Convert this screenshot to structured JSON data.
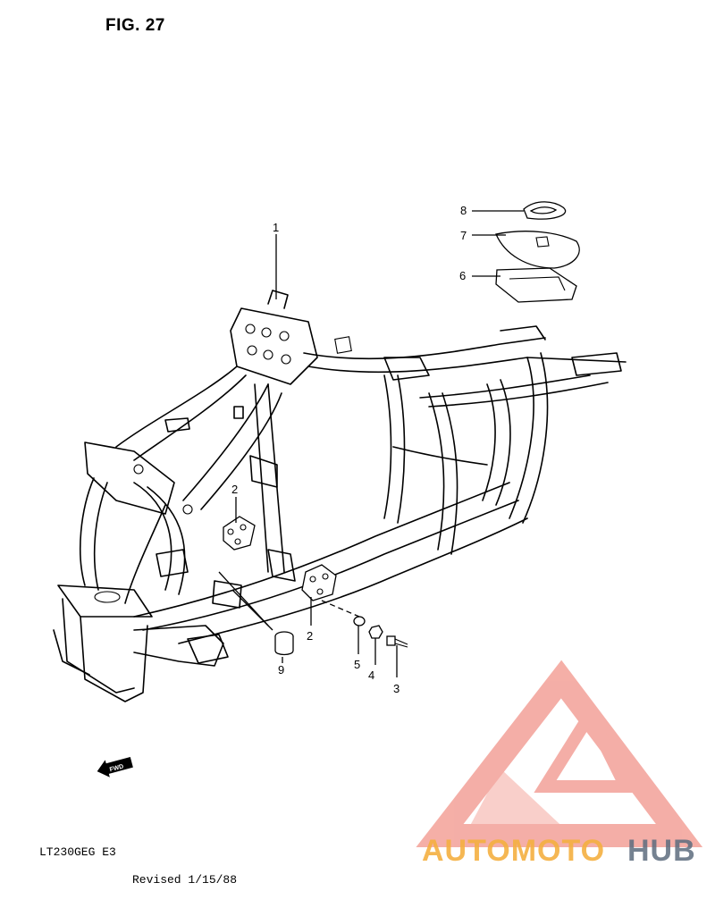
{
  "figure": {
    "title": "FIG. 27"
  },
  "footer": {
    "model": "LT230GEG E3",
    "revised": "Revised 1/15/88"
  },
  "fwd_badge": {
    "label": "FWD"
  },
  "callouts": [
    {
      "id": "c1",
      "label": "1"
    },
    {
      "id": "c2a",
      "label": "2"
    },
    {
      "id": "c2b",
      "label": "2"
    },
    {
      "id": "c3",
      "label": "3"
    },
    {
      "id": "c4",
      "label": "4"
    },
    {
      "id": "c5",
      "label": "5"
    },
    {
      "id": "c6",
      "label": "6"
    },
    {
      "id": "c7",
      "label": "7"
    },
    {
      "id": "c8",
      "label": "8"
    },
    {
      "id": "c9",
      "label": "9"
    }
  ],
  "watermark": {
    "text_colored": "AUTOMOTO",
    "text_dark": "HUB",
    "colors": {
      "orange": "#f5b041",
      "red": "#e74c3c",
      "dark": "#5d6d7e",
      "triangle": "#f1948a"
    }
  }
}
